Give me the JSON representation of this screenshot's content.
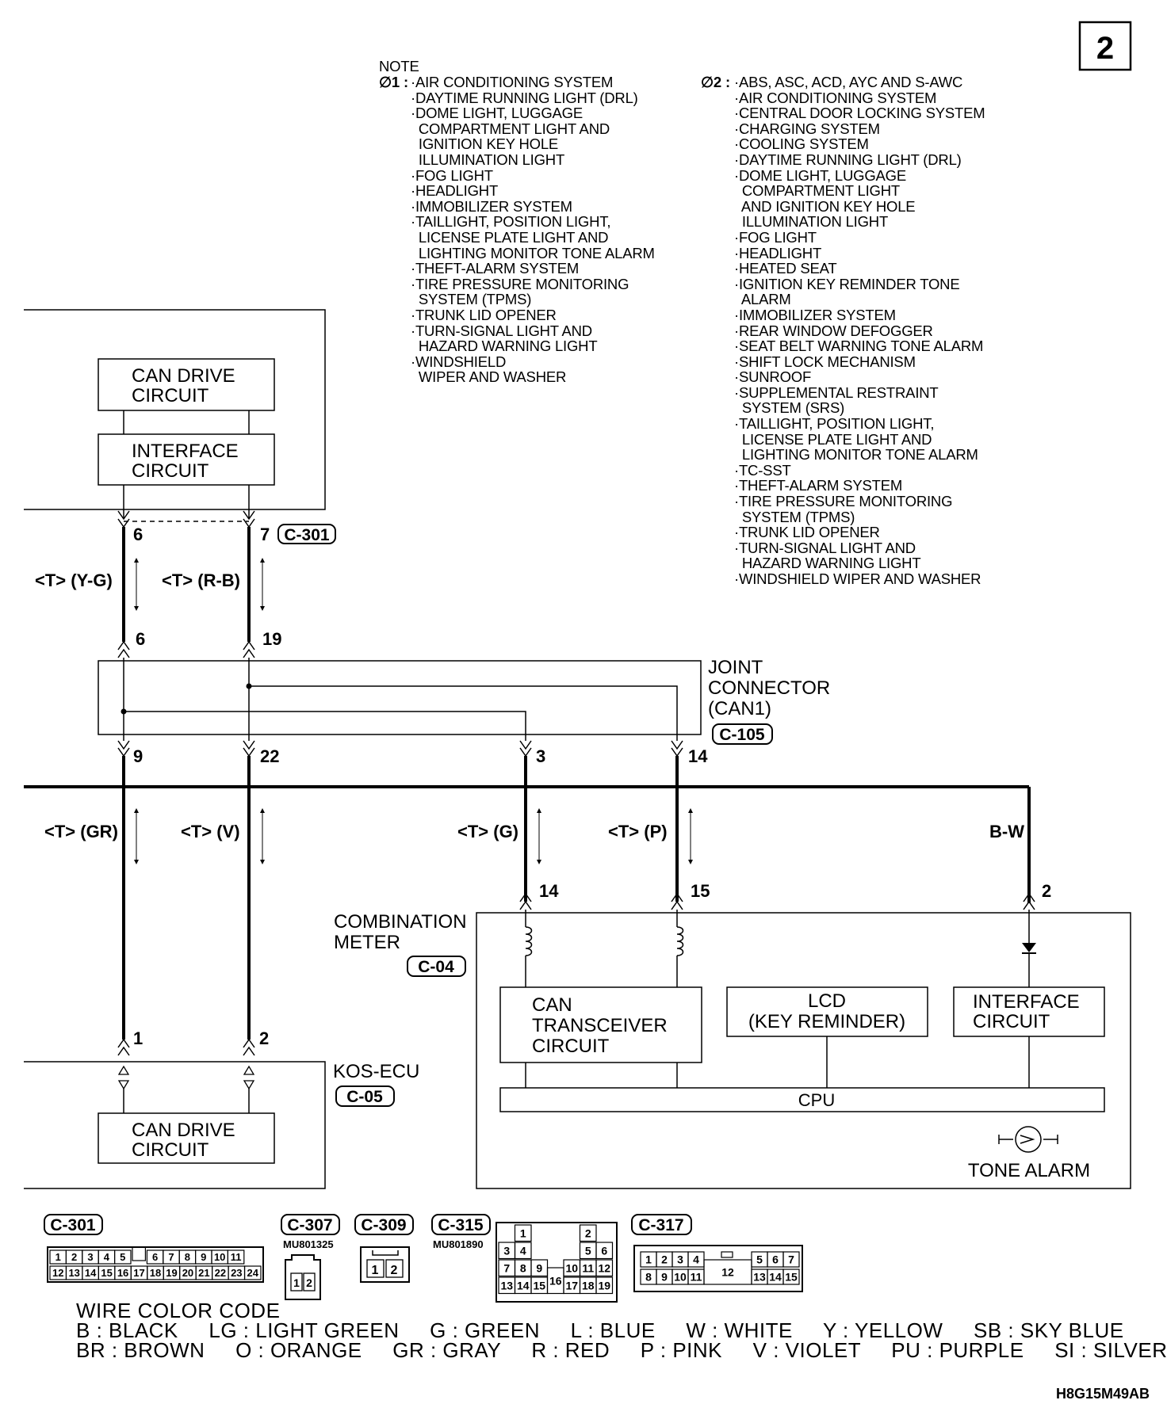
{
  "page_number": "2",
  "note": {
    "title": "NOTE",
    "star1_label": "∅1 :",
    "star1_items": [
      "·AIR CONDITIONING SYSTEM",
      "·DAYTIME RUNNING LIGHT (DRL)",
      "·DOME LIGHT, LUGGAGE",
      "  COMPARTMENT LIGHT AND",
      "  IGNITION KEY HOLE",
      "  ILLUMINATION LIGHT",
      "·FOG LIGHT",
      "·HEADLIGHT",
      "·IMMOBILIZER SYSTEM",
      "·TAILLIGHT, POSITION LIGHT,",
      "  LICENSE PLATE LIGHT AND",
      "  LIGHTING MONITOR TONE ALARM",
      "·THEFT-ALARM SYSTEM",
      "·TIRE PRESSURE MONITORING",
      "  SYSTEM (TPMS)",
      "·TRUNK LID OPENER",
      "·TURN-SIGNAL LIGHT AND",
      "  HAZARD WARNING LIGHT",
      "·WINDSHIELD",
      "  WIPER AND WASHER"
    ],
    "star2_label": "∅2 :",
    "star2_items": [
      "·ABS, ASC, ACD, AYC AND S-AWC",
      "·AIR CONDITIONING SYSTEM",
      "·CENTRAL DOOR LOCKING SYSTEM",
      "·CHARGING SYSTEM",
      "·COOLING SYSTEM",
      "·DAYTIME RUNNING LIGHT (DRL)",
      "·DOME LIGHT, LUGGAGE",
      "  COMPARTMENT LIGHT",
      "  AND IGNITION KEY HOLE",
      "  ILLUMINATION LIGHT",
      "·FOG LIGHT",
      "·HEADLIGHT",
      "·HEATED SEAT",
      "·IGNITION KEY REMINDER TONE",
      "  ALARM",
      "·IMMOBILIZER SYSTEM",
      "·REAR WINDOW DEFOGGER",
      "·SEAT BELT WARNING TONE ALARM",
      "·SHIFT LOCK MECHANISM",
      "·SUNROOF",
      "·SUPPLEMENTAL RESTRAINT",
      "  SYSTEM (SRS)",
      "·TAILLIGHT, POSITION LIGHT,",
      "  LICENSE PLATE LIGHT AND",
      "  LIGHTING MONITOR TONE ALARM",
      "·TC-SST",
      "·THEFT-ALARM SYSTEM",
      "·TIRE PRESSURE MONITORING",
      "  SYSTEM (TPMS)",
      "·TRUNK LID OPENER",
      "·TURN-SIGNAL LIGHT AND",
      "  HAZARD WARNING LIGHT",
      "·WINDSHIELD WIPER AND WASHER"
    ]
  },
  "upper_module": {
    "can_drive_line1": "CAN DRIVE",
    "can_drive_line2": "CIRCUIT",
    "interface_line1": "INTERFACE",
    "interface_line2": "CIRCUIT",
    "pin_left": "6",
    "pin_right": "7",
    "connector": "C-301"
  },
  "upper_wires": {
    "left_label": "<T> (Y-G)",
    "right_label": "<T> (R-B)"
  },
  "joint_connector": {
    "line1": "JOINT",
    "line2": "CONNECTOR",
    "line3": "(CAN1)",
    "connector": "C-105",
    "pin_top_left": "6",
    "pin_top_right": "19",
    "pin_bottom_1": "9",
    "pin_bottom_2": "22",
    "pin_bottom_3": "3",
    "pin_bottom_4": "14"
  },
  "lower_wires": {
    "w1": "<T> (GR)",
    "w2": "<T> (V)",
    "w3": "<T> (G)",
    "w4": "<T> (P)",
    "w5": "B-W"
  },
  "combination_meter": {
    "line1": "COMBINATION",
    "line2": "METER",
    "connector": "C-04",
    "pin_1": "14",
    "pin_2": "15",
    "pin_3": "2",
    "can_tx_line1": "CAN",
    "can_tx_line2": "TRANSCEIVER",
    "can_tx_line3": "CIRCUIT",
    "lcd_line1": "LCD",
    "lcd_line2": "(KEY REMINDER)",
    "interface_line1": "INTERFACE",
    "interface_line2": "CIRCUIT",
    "cpu": "CPU",
    "tone_alarm": "TONE ALARM"
  },
  "kos_ecu": {
    "label": "KOS-ECU",
    "connector": "C-05",
    "pin_left": "1",
    "pin_right": "2",
    "can_drive_line1": "CAN DRIVE",
    "can_drive_line2": "CIRCUIT"
  },
  "connectors": {
    "c301": {
      "name": "C-301",
      "row1": [
        "1",
        "2",
        "3",
        "4",
        "5",
        "",
        "6",
        "7",
        "8",
        "9",
        "10",
        "11"
      ],
      "row2": [
        "12",
        "13",
        "14",
        "15",
        "16",
        "17",
        "18",
        "19",
        "20",
        "21",
        "22",
        "23",
        "24"
      ]
    },
    "c307": {
      "name": "C-307",
      "part": "MU801325",
      "pins": [
        "1",
        "2"
      ]
    },
    "c309": {
      "name": "C-309",
      "pins": [
        "1",
        "2"
      ]
    },
    "c315": {
      "name": "C-315",
      "part": "MU801890",
      "pins": [
        "1",
        "2",
        "3",
        "4",
        "5",
        "6",
        "7",
        "8",
        "9",
        "10",
        "11",
        "12",
        "13",
        "14",
        "15",
        "16",
        "17",
        "18",
        "19"
      ]
    },
    "c317": {
      "name": "C-317",
      "row1": [
        "1",
        "2",
        "3",
        "4",
        "5",
        "6",
        "7"
      ],
      "row2": [
        "8",
        "9",
        "10",
        "11",
        "12",
        "13",
        "14",
        "15"
      ]
    }
  },
  "wire_color_code": {
    "title": "WIRE COLOR CODE",
    "row1": "B : BLACK     LG : LIGHT GREEN     G : GREEN     L : BLUE     W : WHITE     Y : YELLOW     SB : SKY BLUE",
    "row2": "BR : BROWN     O : ORANGE     GR : GRAY     R : RED     P : PINK     V : VIOLET     PU : PURPLE     SI : SILVER"
  },
  "figure_code": "H8G15M49AB"
}
